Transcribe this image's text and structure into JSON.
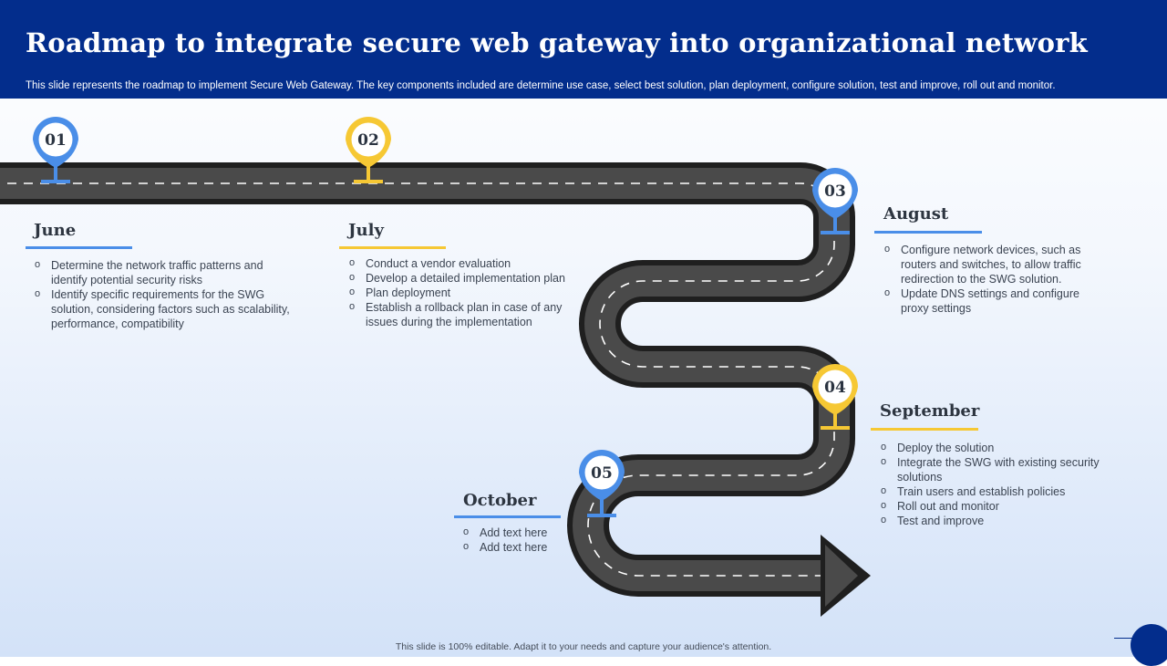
{
  "header": {
    "title": "Roadmap to integrate secure web gateway into organizational network",
    "subtitle": "This slide represents the roadmap to implement Secure Web Gateway. The key components included are determine use case, select best solution, plan deployment, configure solution, test and improve, roll out and monitor."
  },
  "colors": {
    "header_bg": "#032d8c",
    "road": "#4a4a4a",
    "road_edge": "#222222",
    "blue_accent": "#4a8ee8",
    "yellow_accent": "#f6c834"
  },
  "milestones": [
    {
      "number": "01",
      "month": "June",
      "accent": "blue",
      "items": [
        "Determine the network traffic patterns and identify potential security risks",
        "Identify specific requirements for the SWG solution, considering factors such as scalability, performance, compatibility"
      ]
    },
    {
      "number": "02",
      "month": "July",
      "accent": "yellow",
      "items": [
        "Conduct a vendor evaluation",
        "Develop a detailed implementation plan",
        "Plan deployment",
        "Establish a rollback plan in case of any issues during the implementation"
      ]
    },
    {
      "number": "03",
      "month": "August",
      "accent": "blue",
      "items": [
        "Configure network devices, such as routers and switches, to allow traffic redirection to the SWG solution.",
        "Update DNS settings and configure proxy settings"
      ]
    },
    {
      "number": "04",
      "month": "September",
      "accent": "yellow",
      "items": [
        "Deploy the solution",
        "Integrate the SWG with existing security solutions",
        "Train users and establish policies",
        "Roll out and monitor",
        "Test and improve"
      ]
    },
    {
      "number": "05",
      "month": "October",
      "accent": "blue",
      "items": [
        "Add text here",
        "Add text here"
      ]
    }
  ],
  "footer": {
    "text": "This slide is 100% editable. Adapt it to your needs and capture your audience's attention."
  }
}
